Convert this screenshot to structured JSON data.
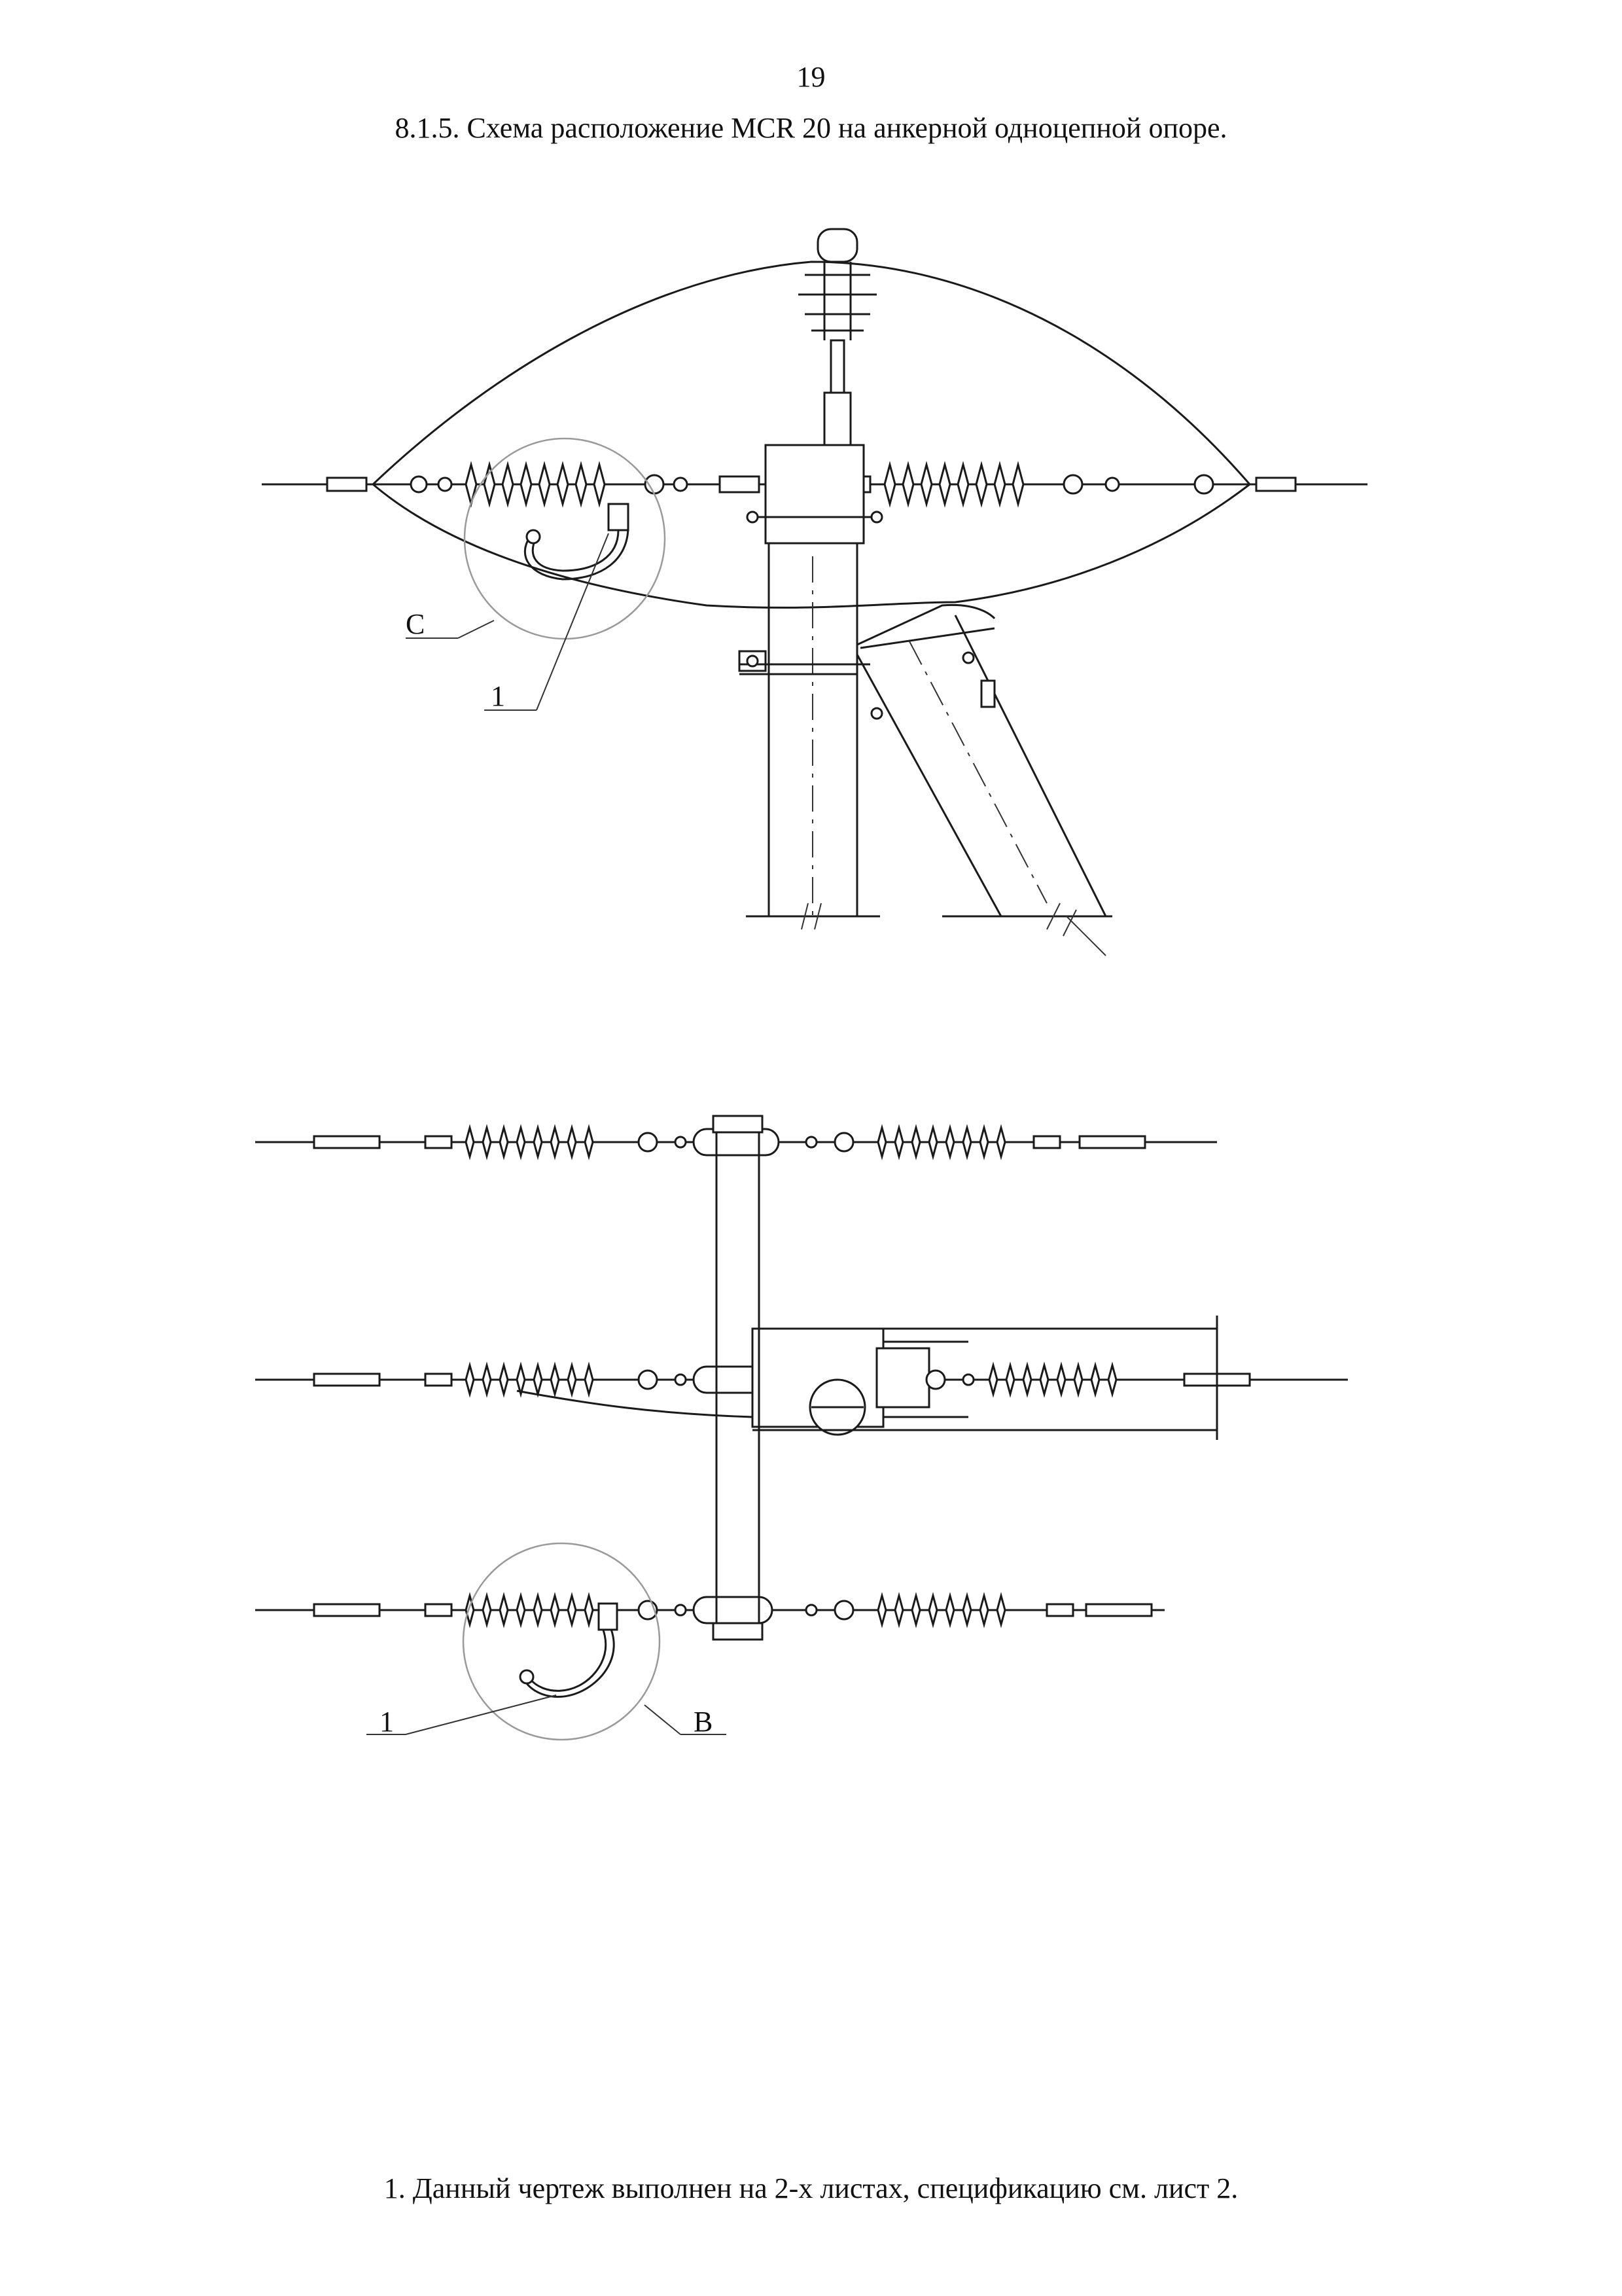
{
  "page_number": "19",
  "heading": "8.1.5. Схема расположение MCR 20 на анкерной одноцепной опоре.",
  "top_view": {
    "callouts": {
      "circle_label": "C",
      "item_label": "1"
    }
  },
  "bottom_view": {
    "callouts": {
      "circle_label": "B",
      "item_label": "1"
    }
  },
  "footnote": "1. Данный чертеж выполнен на 2-х листах, спецификацию см. лист 2."
}
